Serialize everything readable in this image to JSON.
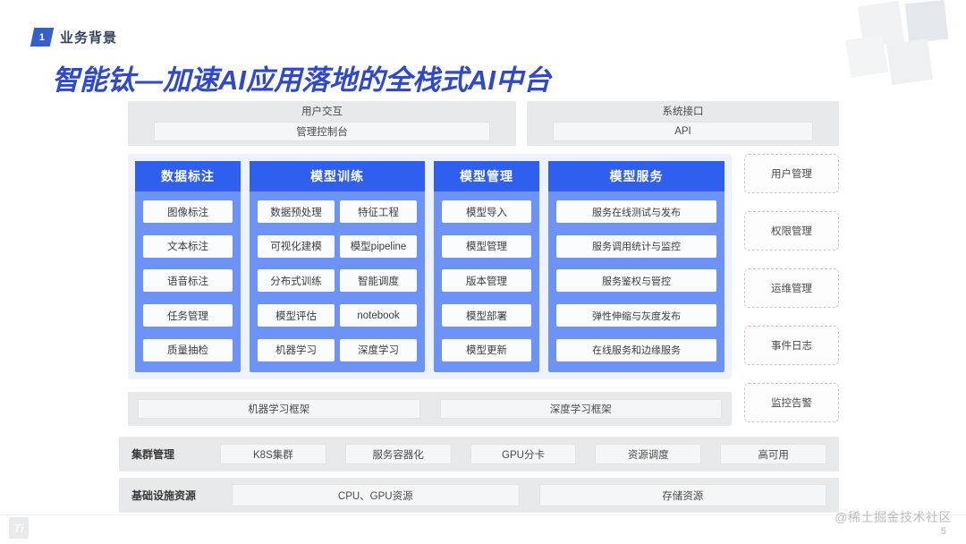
{
  "header": {
    "section_number": "1",
    "section_label": "业务背景",
    "title": "智能钛—加速AI应用落地的全栈式AI中台",
    "title_color": "#2f49c8"
  },
  "top_row": [
    {
      "caption": "用户交互",
      "chip": "管理控制台"
    },
    {
      "caption": "系统接口",
      "chip": "API"
    }
  ],
  "platform": {
    "accent_header": "#2f5fef",
    "accent_body": "#6e93f6",
    "columns": [
      {
        "title": "数据标注",
        "layout": "single",
        "items": [
          "图像标注",
          "文本标注",
          "语音标注",
          "任务管理",
          "质量抽检"
        ]
      },
      {
        "title": "模型训练",
        "layout": "double",
        "items": [
          "数据预处理",
          "特征工程",
          "可视化建模",
          "模型pipeline",
          "分布式训练",
          "智能调度",
          "模型评估",
          "notebook",
          "机器学习",
          "深度学习"
        ]
      },
      {
        "title": "模型管理",
        "layout": "single",
        "items": [
          "模型导入",
          "模型管理",
          "版本管理",
          "模型部署",
          "模型更新"
        ]
      },
      {
        "title": "模型服务",
        "layout": "single",
        "items": [
          "服务在线测试与发布",
          "服务调用统计与监控",
          "服务鉴权与管控",
          "弹性伸缩与灰度发布",
          "在线服务和边缘服务"
        ]
      }
    ]
  },
  "sidebar": {
    "items": [
      {
        "label": "用户管理"
      },
      {
        "label": "权限管理"
      },
      {
        "label": "运维管理"
      },
      {
        "label": "事件日志"
      },
      {
        "label": "监控告警"
      }
    ]
  },
  "framework_row": {
    "items": [
      "机器学习框架",
      "深度学习框架"
    ]
  },
  "cluster_row": {
    "label": "集群管理",
    "items": [
      "K8S集群",
      "服务容器化",
      "GPU分卡",
      "资源调度",
      "高可用"
    ]
  },
  "infra_row": {
    "label": "基础设施资源",
    "items": [
      "CPU、GPU资源",
      "存储资源"
    ]
  },
  "footer": {
    "logo_glyph": "Ti",
    "watermark": "@稀土掘金技术社区",
    "page_number": "5"
  }
}
